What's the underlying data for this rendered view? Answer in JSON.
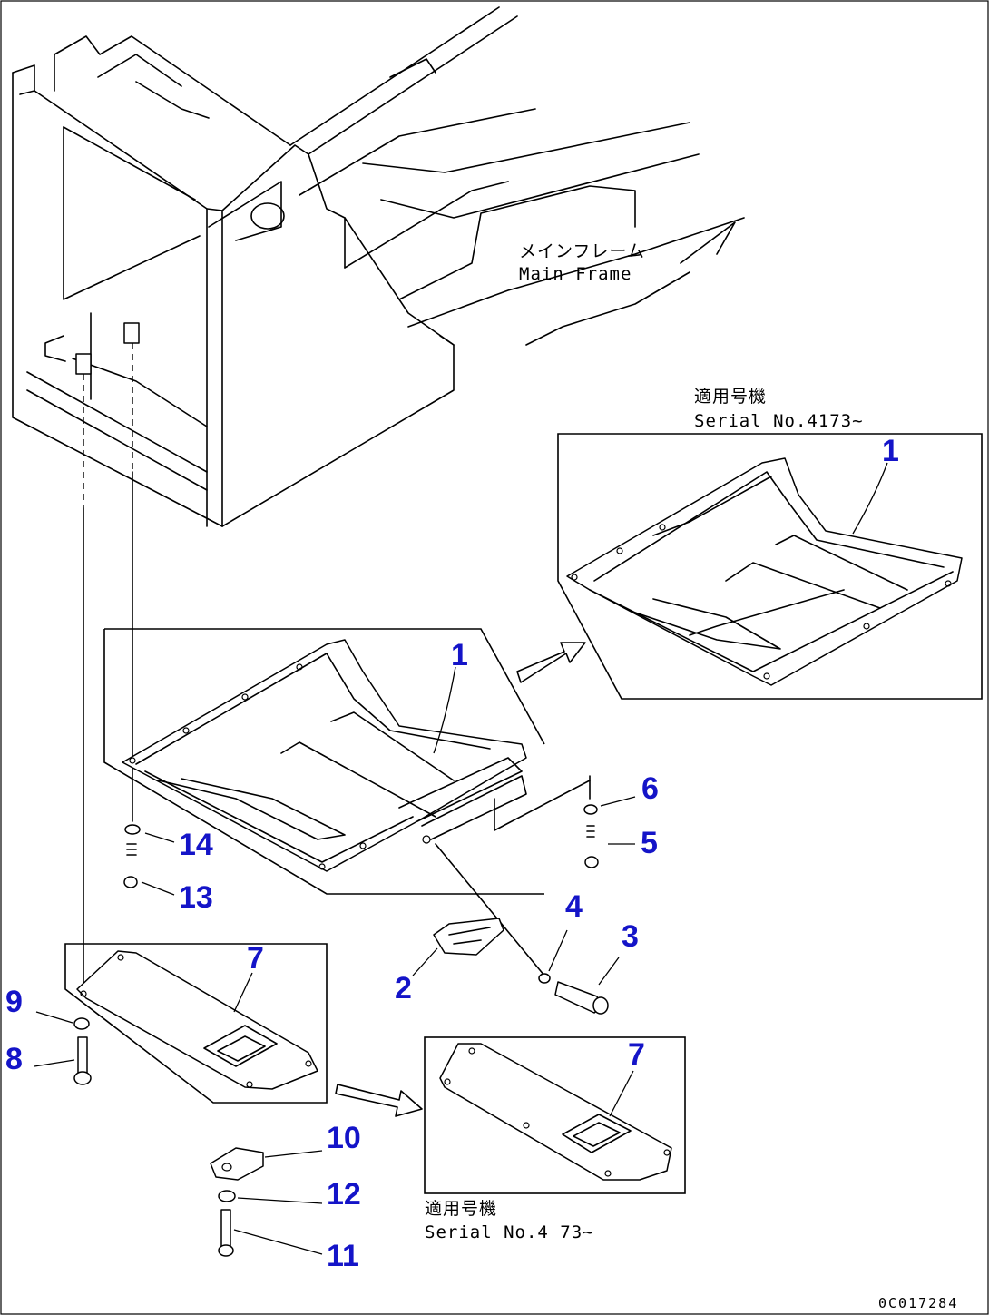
{
  "drawing": {
    "main_frame_jp": "メインフレーム",
    "main_frame_en": "Main Frame",
    "serial_top_jp": "適用号機",
    "serial_top_en": "Serial No.4173~",
    "serial_bottom_jp": "適用号機",
    "serial_bottom_en": "Serial No.4 73~",
    "drawing_code": "0C017284"
  },
  "callouts": {
    "c1_top": "1",
    "c1_mid": "1",
    "c2": "2",
    "c3": "3",
    "c4": "4",
    "c5": "5",
    "c6": "6",
    "c7_left": "7",
    "c7_right": "7",
    "c8": "8",
    "c9": "9",
    "c10": "10",
    "c11": "11",
    "c12": "12",
    "c13": "13",
    "c14": "14"
  },
  "colors": {
    "callout": "#1414c8",
    "line": "#000000",
    "background": "#ffffff"
  }
}
